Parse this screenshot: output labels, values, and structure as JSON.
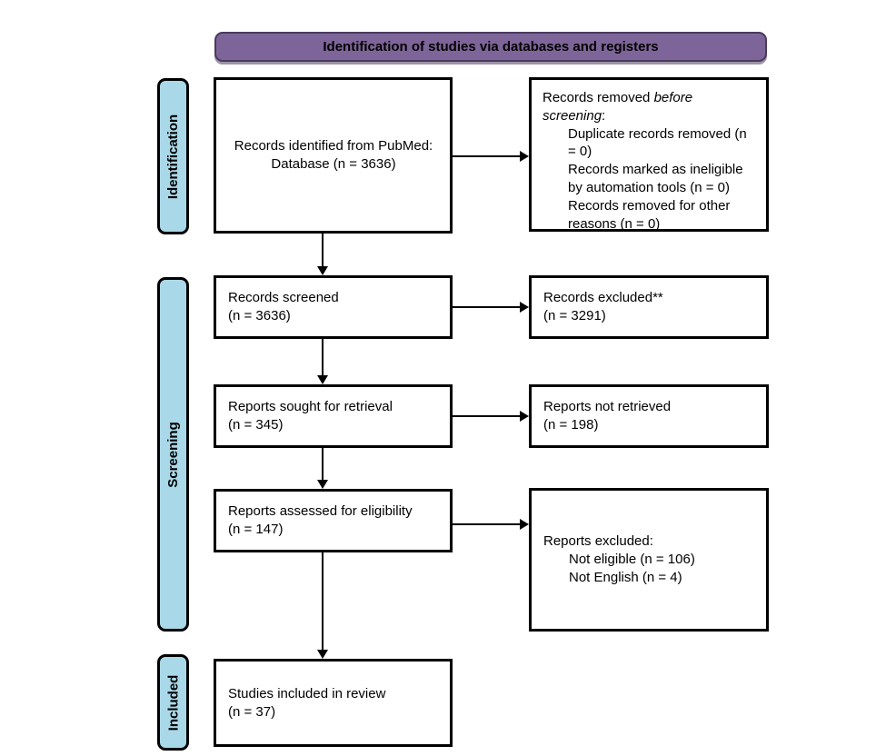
{
  "title": "Identification of studies via databases and registers",
  "colors": {
    "header_fill": "#7E6599",
    "header_border": "#4A3A5E",
    "stage_fill": "#A9D8E8",
    "box_border": "#000000"
  },
  "stages": [
    {
      "label": "Identification"
    },
    {
      "label": "Screening"
    },
    {
      "label": "Included"
    }
  ],
  "boxes": {
    "identified": {
      "line1": "Records identified from PubMed:",
      "line2": "Database (n = 3636)"
    },
    "removed": {
      "intro_prefix": "Records removed ",
      "intro_italic": "before screening",
      "intro_suffix": ":",
      "items": [
        "Duplicate records removed (n = 0)",
        "Records marked as ineligible by automation tools (n = 0)",
        "Records removed for other reasons (n = 0)"
      ]
    },
    "screened": {
      "line1": "Records screened",
      "line2": "(n = 3636)"
    },
    "records_excluded": {
      "line1": "Records excluded**",
      "line2": "(n = 3291)"
    },
    "sought": {
      "line1": "Reports sought for retrieval",
      "line2": "(n = 345)"
    },
    "not_retrieved": {
      "line1": "Reports not retrieved",
      "line2": "(n = 198)"
    },
    "assessed": {
      "line1": "Reports assessed for eligibility",
      "line2": "(n = 147)"
    },
    "reports_excluded": {
      "intro": "Reports excluded:",
      "items": [
        "Not eligible (n = 106)",
        "Not English (n = 4)"
      ]
    },
    "included": {
      "line1": "Studies included in review",
      "line2": "(n = 37)"
    }
  }
}
